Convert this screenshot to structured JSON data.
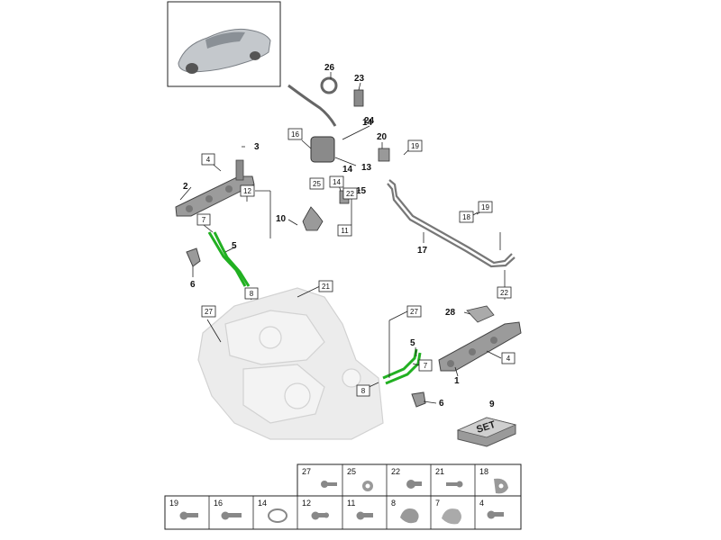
{
  "diagram": {
    "callouts": [
      "1",
      "2",
      "3",
      "5",
      "6",
      "9",
      "10",
      "13",
      "14",
      "15",
      "17",
      "20",
      "23",
      "24",
      "26",
      "28"
    ],
    "boxed_refs": [
      "4",
      "7",
      "8",
      "11",
      "12",
      "16",
      "18",
      "19",
      "21",
      "22",
      "25",
      "27"
    ],
    "set_label": "SET"
  },
  "parts_table": {
    "row_top": [
      "27",
      "25",
      "22",
      "21",
      "18"
    ],
    "row_bottom": [
      "19",
      "16",
      "14",
      "12",
      "11",
      "8",
      "7",
      "4"
    ]
  },
  "colors": {
    "line": "#222222",
    "part_gray": "#8c8c8c",
    "engine_ghost": "#d9d9d9",
    "highlight_green": "#22b022"
  }
}
